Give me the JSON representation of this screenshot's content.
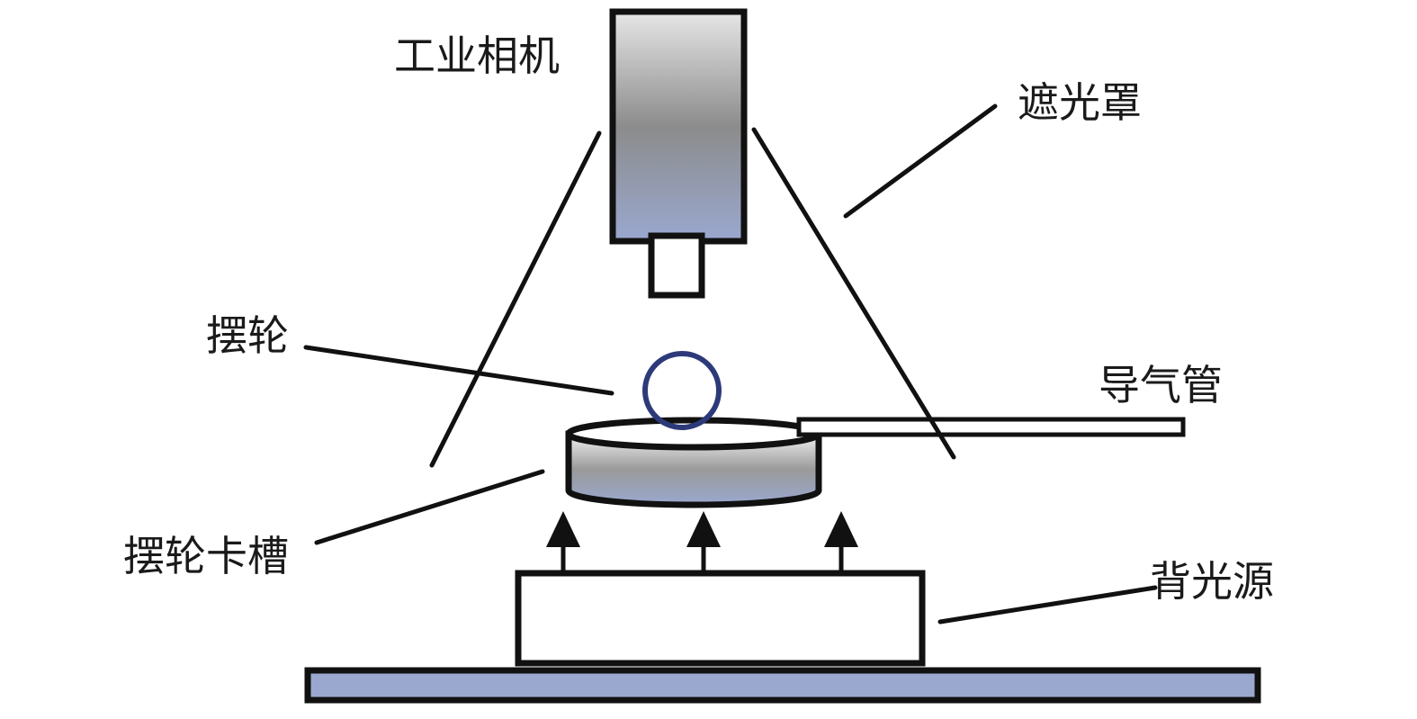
{
  "labels": {
    "camera": "工业相机",
    "light_shield": "遮光罩",
    "balance_wheel": "摆轮",
    "air_tube": "导气管",
    "wheel_slot": "摆轮卡槽",
    "backlight": "背光源"
  },
  "colors": {
    "outline": "#111111",
    "fill_steel_blue": "#9aa8cf",
    "fill_gray": "#8a8a8a",
    "wheel_ring": "#2d3a7a",
    "background": "#ffffff"
  }
}
